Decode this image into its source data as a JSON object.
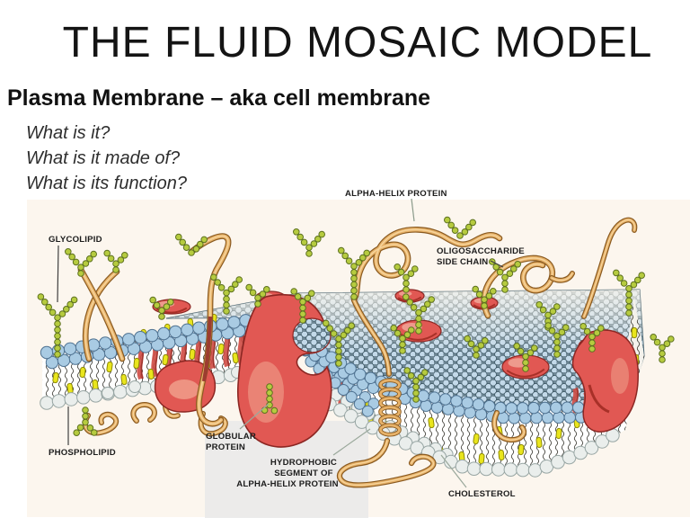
{
  "slide": {
    "title": "THE FLUID MOSAIC MODEL",
    "heading": "Plasma Membrane – aka cell membrane",
    "questions": [
      "What is it?",
      "What is it made of?",
      "What is its function?"
    ]
  },
  "diagram": {
    "labels": {
      "alpha_helix": "ALPHA-HELIX PROTEIN",
      "glycolipid": "GLYCOLIPID",
      "oligosaccharide_line1": "OLIGOSACCHARIDE",
      "oligosaccharide_line2": "SIDE CHAIN",
      "globular_line1": "GLOBULAR",
      "globular_line2": "PROTEIN",
      "phospholipid": "PHOSPHOLIPID",
      "hydrophobic_line1": "HYDROPHOBIC",
      "hydrophobic_line2": "SEGMENT OF",
      "hydrophobic_line3": "ALPHA-HELIX PROTEIN",
      "cholesterol": "CHOLESTEROL"
    },
    "colors": {
      "background": "#ffffff",
      "illustration_wash": "#fcf6ee",
      "label_text": "#1c1c1c",
      "lipid_head_top_blue": "#a9cbe3",
      "lipid_head_pale": "#eaeeec",
      "surface_ball_blue": "#c3d9e9",
      "protein_red": "#e15853",
      "protein_red_dark": "#8c2723",
      "protein_highlight": "#f2a791",
      "bead_green": "#b6cb3f",
      "bead_green_dark": "#5d711f",
      "ribbon_tan": "#e7b269",
      "ribbon_dark": "#8a5a20",
      "cholesterol_yellow": "#e9e51d"
    }
  }
}
